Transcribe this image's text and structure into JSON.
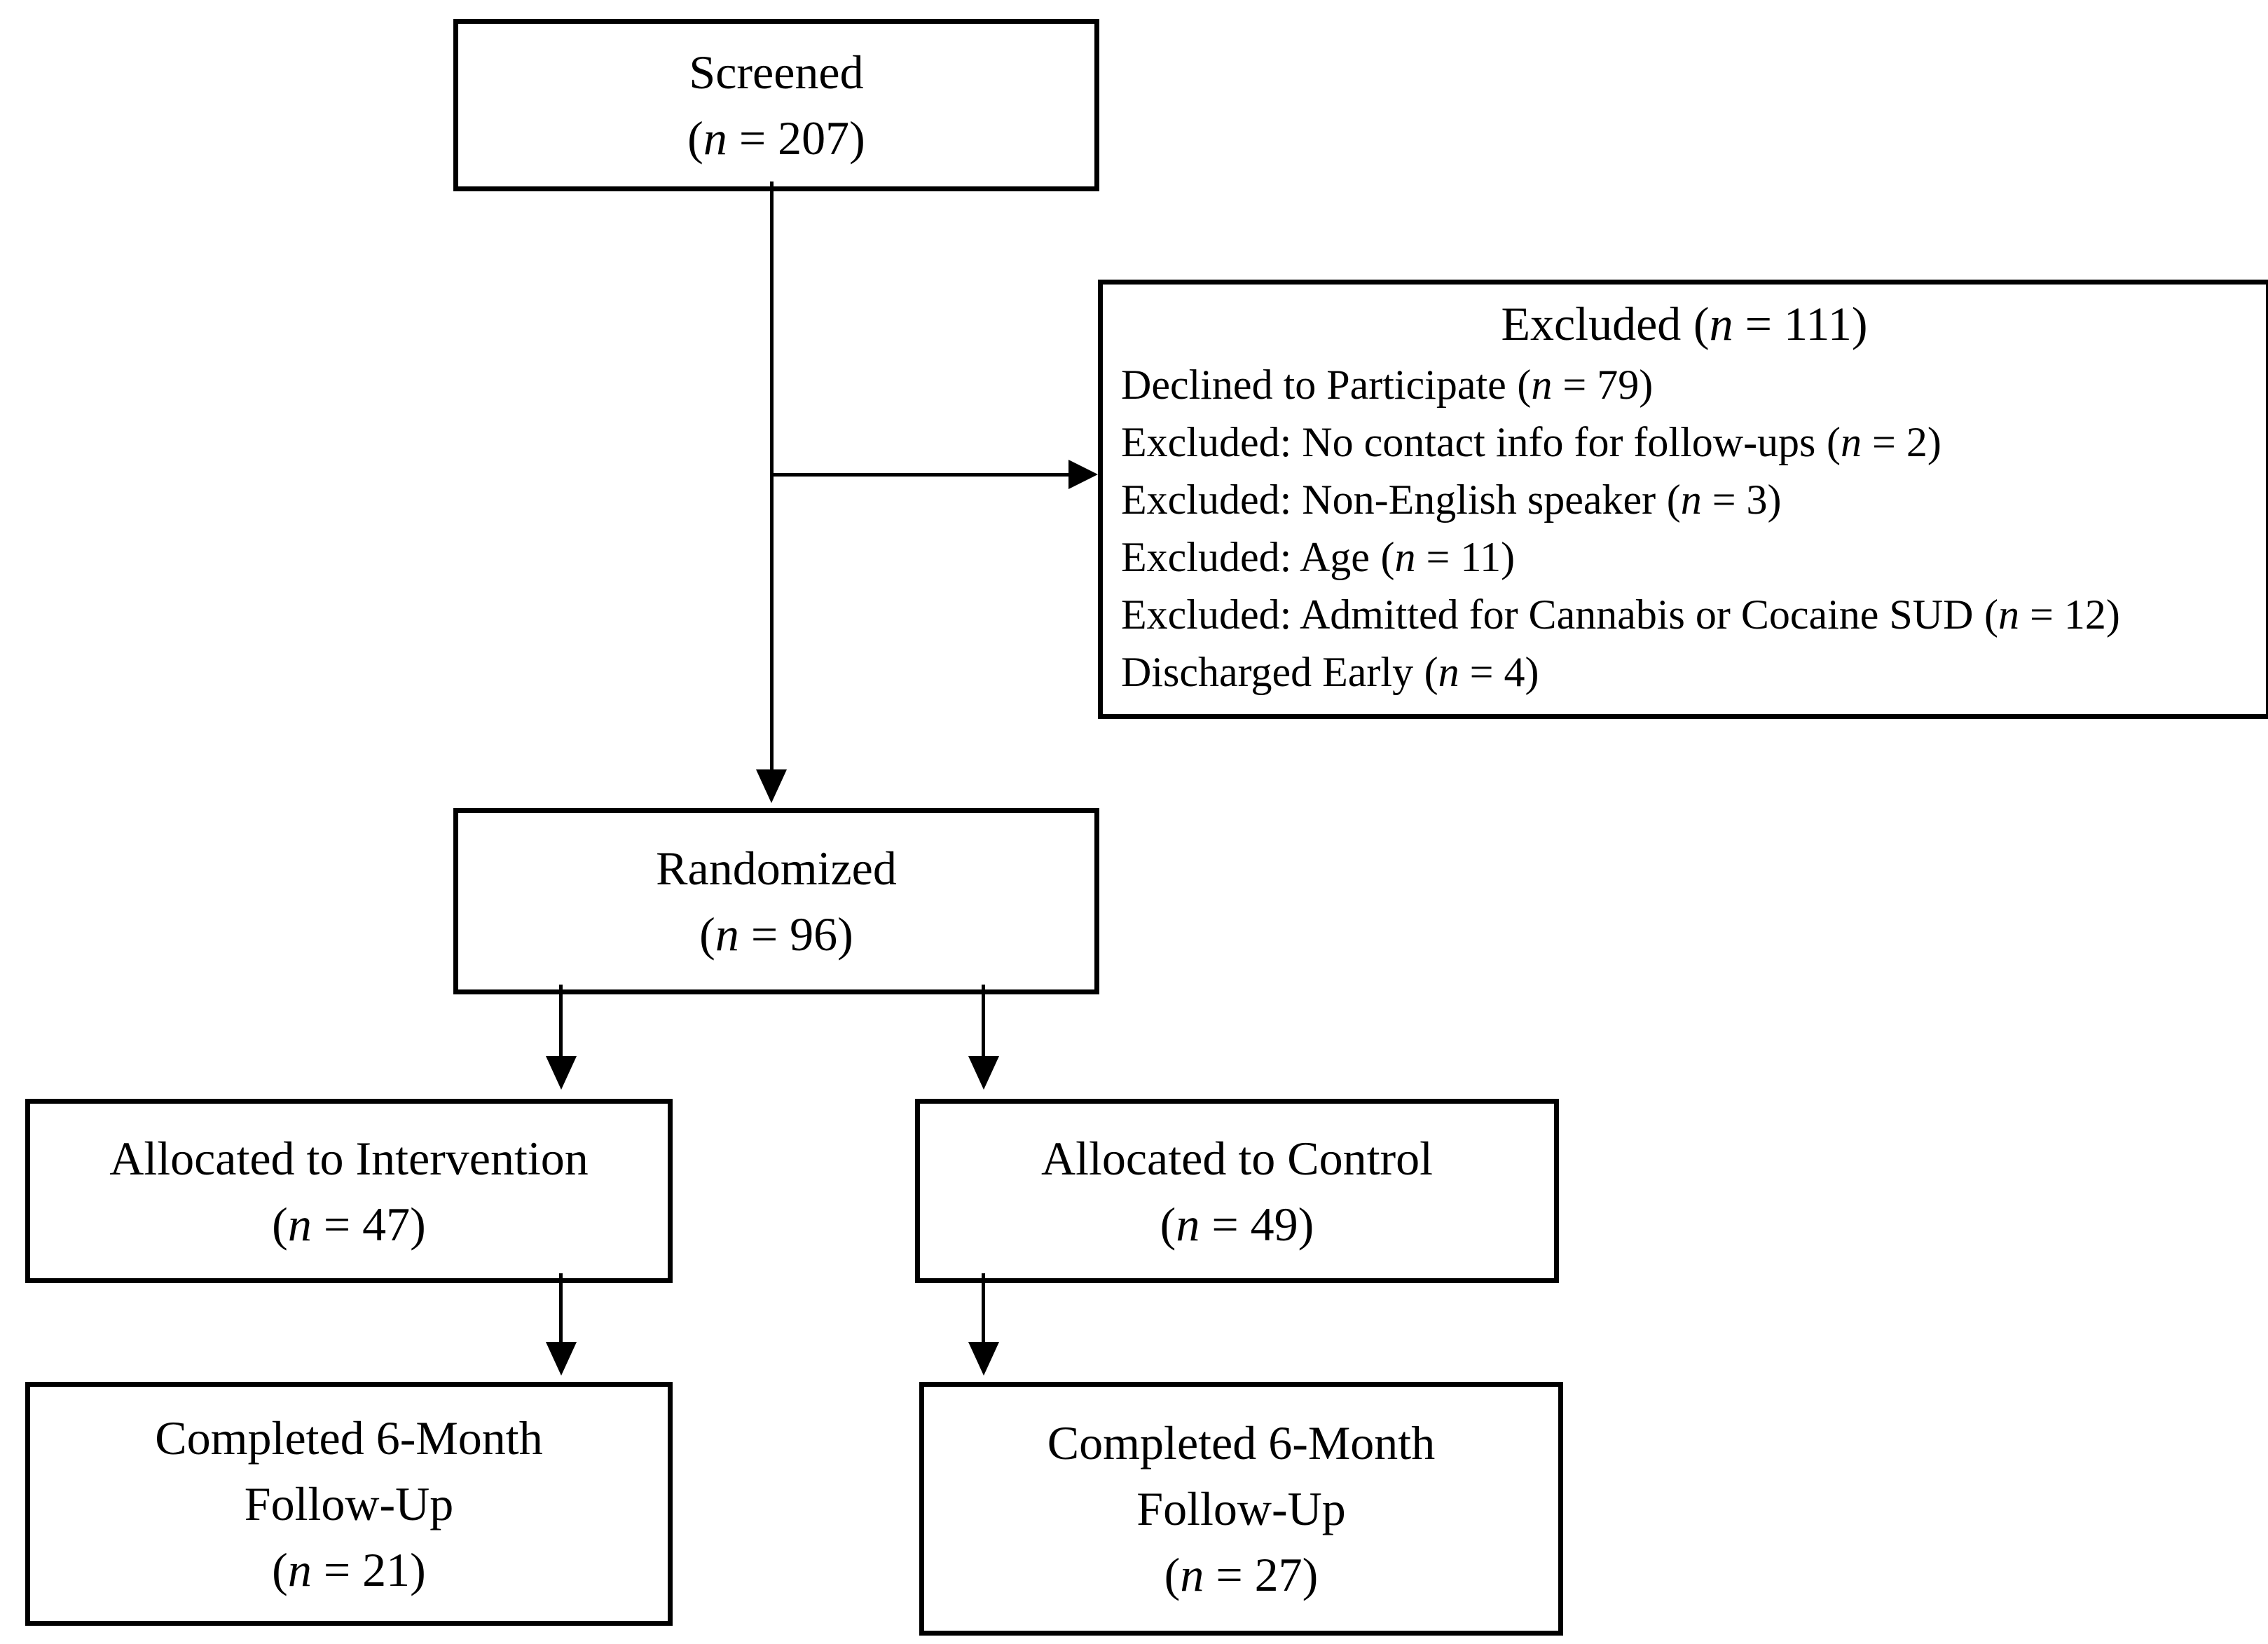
{
  "notation": {
    "open": "(",
    "var": "n",
    "equals": " = ",
    "close": ")"
  },
  "colors": {
    "ink": "#000000",
    "paper": "#ffffff"
  },
  "boxes": {
    "screened": {
      "title": "Screened",
      "n": "207"
    },
    "excluded": {
      "title": "Excluded",
      "n": "111",
      "items": [
        {
          "label": "Declined to Participate",
          "n": "79"
        },
        {
          "label": "Excluded: No contact info for follow-ups",
          "n": "2"
        },
        {
          "label": "Excluded: Non-English speaker",
          "n": "3"
        },
        {
          "label": "Excluded: Age",
          "n": "11"
        },
        {
          "label": "Excluded: Admitted for Cannabis or Cocaine SUD",
          "n": "12"
        },
        {
          "label": "Discharged Early",
          "n": "4"
        }
      ]
    },
    "randomized": {
      "title": "Randomized",
      "n": "96"
    },
    "intervention": {
      "title": "Allocated to Intervention",
      "n": "47"
    },
    "control": {
      "title": "Allocated to Control",
      "n": "49"
    },
    "completed_intervention": {
      "title_line1": "Completed 6-Month",
      "title_line2": "Follow-Up",
      "n": "21"
    },
    "completed_control": {
      "title_line1": "Completed 6-Month",
      "title_line2": "Follow-Up",
      "n": "27"
    }
  }
}
